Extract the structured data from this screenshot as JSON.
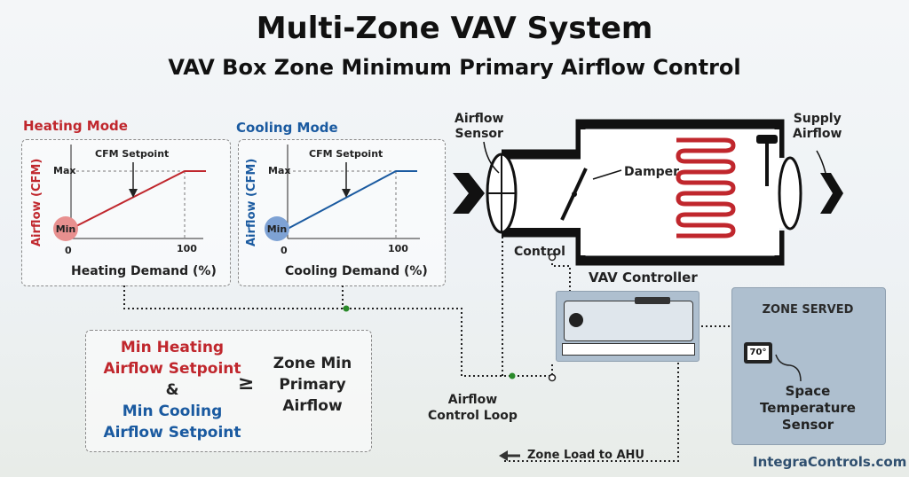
{
  "title": "Multi-Zone VAV System",
  "subtitle": "VAV Box Zone Minimum Primary Airflow Control",
  "heating": {
    "mode": "Heating Mode",
    "y_axis": "Airflow (CFM)",
    "x_axis": "Heating Demand (%)",
    "setpoint": "CFM Setpoint",
    "max": "Max",
    "min": "Min",
    "zero": "0",
    "hundred": "100",
    "color": "#c0272d"
  },
  "cooling": {
    "mode": "Cooling Mode",
    "y_axis": "Airflow (CFM)",
    "x_axis": "Cooling Demand (%)",
    "setpoint": "CFM Setpoint",
    "max": "Max",
    "min": "Min",
    "zero": "0",
    "hundred": "100",
    "color": "#1a5aa0"
  },
  "equation": {
    "heat_line1": "Min Heating",
    "heat_line2": "Airflow Setpoint",
    "amp": "&",
    "cool_line1": "Min Cooling",
    "cool_line2": "Airflow Setpoint",
    "op": "≥",
    "rhs_line1": "Zone Min",
    "rhs_line2": "Primary",
    "rhs_line3": "Airflow"
  },
  "diagram": {
    "airflow_sensor_1": "Airflow",
    "airflow_sensor_2": "Sensor",
    "damper": "Damper",
    "supply_1": "Supply",
    "supply_2": "Airflow",
    "control": "Control",
    "vav_controller": "VAV Controller",
    "loop_1": "Airflow",
    "loop_2": "Control Loop",
    "zone_load": "Zone Load to AHU"
  },
  "zone": {
    "header": "ZONE SERVED",
    "thermostat": "70°",
    "sensor_1": "Space",
    "sensor_2": "Temperature",
    "sensor_3": "Sensor"
  },
  "footer": {
    "brand_a": "Integra",
    "brand_b": "Controls.com"
  }
}
